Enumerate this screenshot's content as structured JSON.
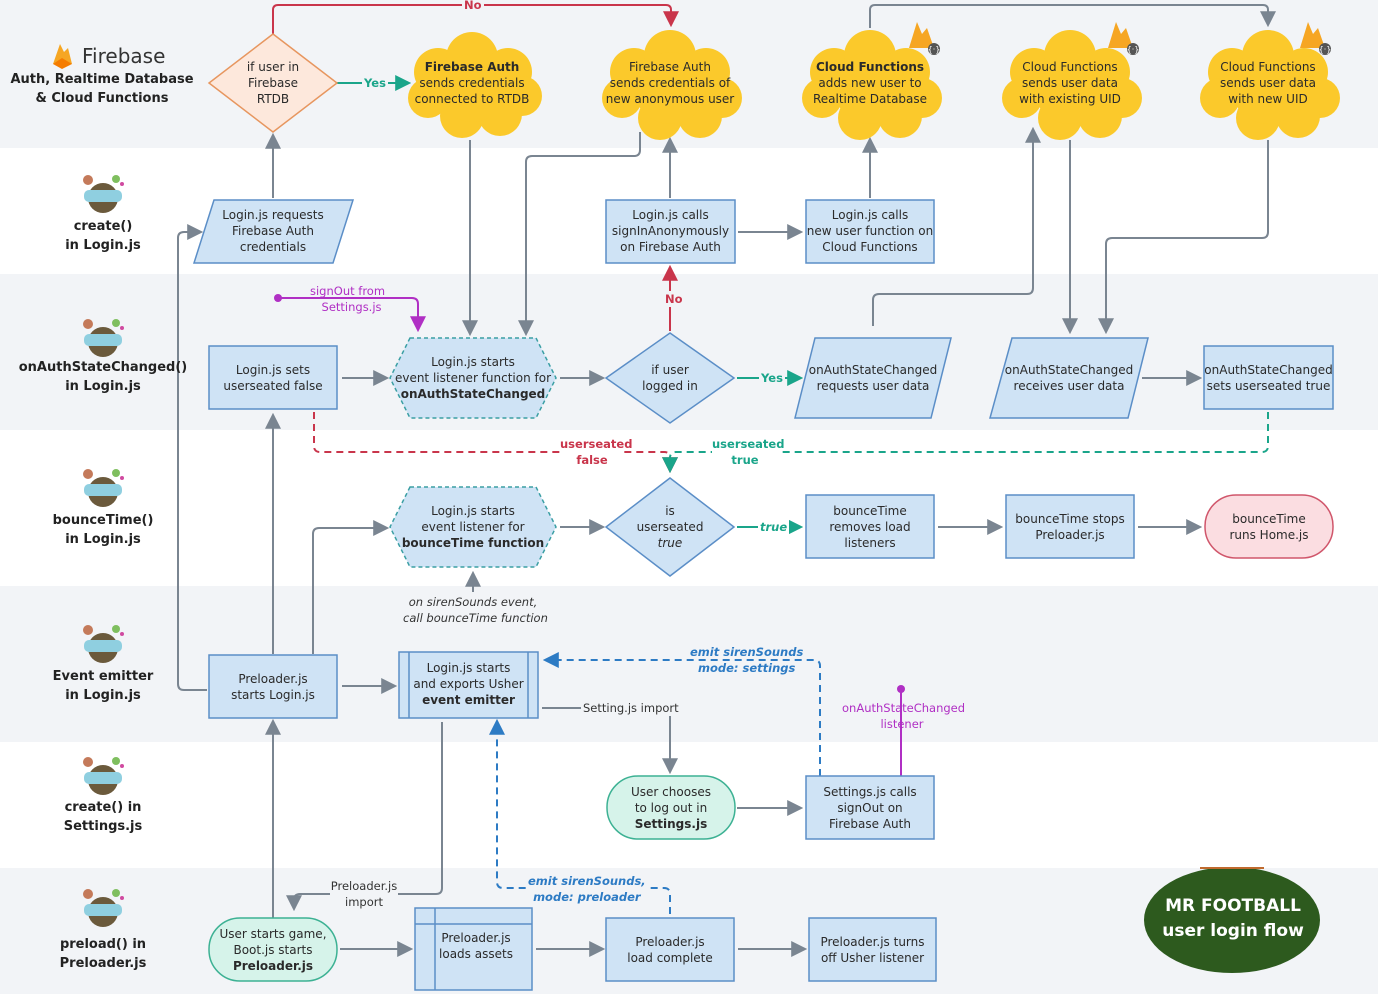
{
  "header": {
    "brand": "Firebase",
    "subtitle_lines": [
      "Auth, Realtime Database",
      "& Cloud Functions"
    ]
  },
  "lanes": [
    {
      "lines": [
        "create()",
        "in Login.js"
      ]
    },
    {
      "lines": [
        "onAuthStateChanged()",
        "in Login.js"
      ]
    },
    {
      "lines": [
        "bounceTime()",
        "in Login.js"
      ]
    },
    {
      "lines": [
        "Event emitter",
        "in Login.js"
      ]
    },
    {
      "lines": [
        "create() in",
        "Settings.js"
      ]
    },
    {
      "lines": [
        "preload() in",
        "Preloader.js"
      ]
    }
  ],
  "nodes": {
    "if_user_in_rtdb": [
      "if user in",
      "Firebase",
      "RTDB"
    ],
    "auth_sends_connected": [
      "Firebase Auth",
      "sends credentials",
      "connected to RTDB"
    ],
    "auth_sends_anonymous": [
      "Firebase Auth",
      "sends credentials of",
      "new anonymous user"
    ],
    "cf_adds_user": [
      "Cloud Functions",
      "adds new user to",
      "Realtime Database"
    ],
    "cf_existing_uid": [
      "Cloud Functions",
      "sends user data",
      "with existing UID"
    ],
    "cf_new_uid": [
      "Cloud Functions",
      "sends user data",
      "with new UID"
    ],
    "login_requests": [
      "Login.js requests",
      "Firebase Auth",
      "credentials"
    ],
    "login_calls_anon": [
      "Login.js calls",
      "signInAnonymously",
      "on Firebase Auth"
    ],
    "login_calls_newuser": [
      "Login.js calls",
      "new user function on",
      "Cloud Functions"
    ],
    "login_sets_false": [
      "Login.js sets",
      "userseated false"
    ],
    "login_starts_listener": [
      "Login.js starts",
      "event listener function for",
      "onAuthStateChanged"
    ],
    "if_user_logged_in": [
      "if user",
      "logged in"
    ],
    "oasc_requests": [
      "onAuthStateChanged",
      "requests user data"
    ],
    "oasc_receives": [
      "onAuthStateChanged",
      "receives user data"
    ],
    "oasc_sets_true": [
      "onAuthStateChanged",
      "sets userseated true"
    ],
    "bounce_listener": [
      "Login.js starts",
      "event listener for",
      "bounceTime function"
    ],
    "is_userseated_true": [
      "is",
      "userseated",
      "true"
    ],
    "bounce_removes": [
      "bounceTime",
      "removes load",
      "listeners"
    ],
    "bounce_stops": [
      "bounceTime stops",
      "Preloader.js"
    ],
    "bounce_runs_home": [
      "bounceTime",
      "runs Home.js"
    ],
    "preloader_starts_login": [
      "Preloader.js",
      "starts Login.js"
    ],
    "login_exports_usher": [
      "Login.js starts",
      "and exports Usher",
      "event emitter"
    ],
    "user_chooses_logout": [
      "User chooses",
      "to log out in",
      "Settings.js"
    ],
    "settings_calls_signout": [
      "Settings.js calls",
      "signOut on",
      "Firebase Auth"
    ],
    "user_starts_game": [
      "User starts game,",
      "Boot.js starts",
      "Preloader.js"
    ],
    "preloader_loads_assets": [
      "Preloader.js",
      "loads assets"
    ],
    "preloader_load_complete": [
      "Preloader.js",
      "load complete"
    ],
    "preloader_turns_off": [
      "Preloader.js turns",
      "off Usher listener"
    ]
  },
  "edge_labels": {
    "no_top": "No",
    "yes_top": "Yes",
    "signout_from": [
      "signOut from",
      "Settings.js"
    ],
    "no_mid": "No",
    "yes_mid": "Yes",
    "userseated_false": [
      "userseated",
      "false"
    ],
    "userseated_true": [
      "userseated",
      "true"
    ],
    "true_label": "true",
    "on_siren": [
      "on sirenSounds event,",
      "call bounceTime function"
    ],
    "emit_settings": [
      "emit sirenSounds",
      "mode: settings"
    ],
    "setting_import": "Setting.js import",
    "oasc_listener": [
      "onAuthStateChanged",
      "listener"
    ],
    "preloader_import": [
      "Preloader.js",
      "import"
    ],
    "emit_preloader": [
      "emit sirenSounds,",
      "mode: preloader"
    ]
  },
  "badge": {
    "lines": [
      "MR FOOTBALL",
      "user login flow"
    ]
  },
  "colors": {
    "lane_shade": "#f2f4f7",
    "process_fill": "#cfe3f5",
    "process_stroke": "#5b8ec7",
    "decision_red_fill": "#fde8dc",
    "decision_red_stroke": "#e7965f",
    "decision_blue_fill": "#cfe3f5",
    "cloud_fill": "#fbc92b",
    "terminal_green_fill": "#d6f3ea",
    "terminal_green_stroke": "#3cb193",
    "terminal_red_fill": "#fbdde1",
    "terminal_red_stroke": "#d0566b",
    "arrow_gray": "#7a8591",
    "red": "#c9354b",
    "green": "#1aa58a",
    "purple": "#b02fc4",
    "blue": "#2d7bc4",
    "badge_green": "#2d5a1e"
  }
}
